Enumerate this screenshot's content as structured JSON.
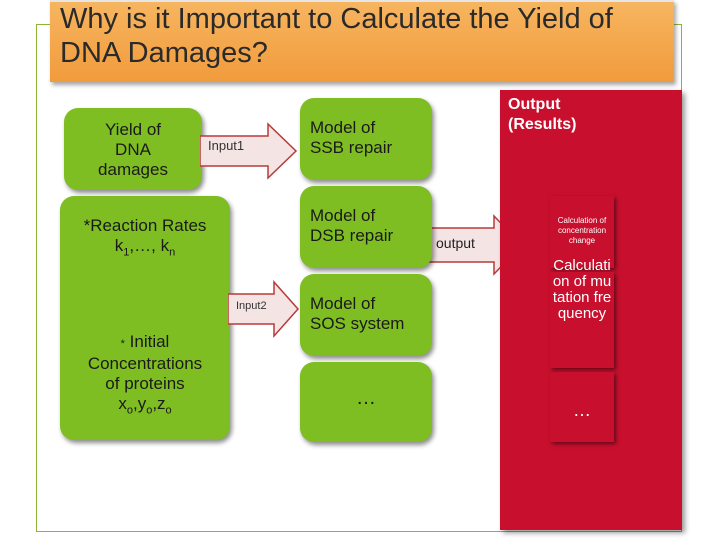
{
  "title": "Why is it Important to Calculate the Yield of DNA Damages?",
  "inputs": {
    "yield": "Yield of DNA damages",
    "rates_line1": "*Reaction Rates",
    "rates_k1": "k",
    "rates_sub1": "1",
    "rates_mid": ",…, k",
    "rates_subn": "n",
    "init_star": "*",
    "init_line1": " Initial",
    "init_line2": "Concentrations",
    "init_line3": "of proteins",
    "init_x": "x",
    "init_y": "y",
    "init_z": "z",
    "init_sub": "o",
    "comma": ","
  },
  "arrows": {
    "input1": "Input1",
    "input2": "Input2",
    "output": "output"
  },
  "models": {
    "ssb": "Model of SSB repair",
    "dsb": "Model of DSB repair",
    "sos": "Model of SOS system",
    "more": "…"
  },
  "output": {
    "header": "Output (Results)",
    "calc_conc": "Calculation of concentration change",
    "calc_mut": "Calculation of mutation frequency",
    "more": "…"
  },
  "colors": {
    "green": "#7fbe22",
    "red": "#c8102e",
    "orange": "#f19b3c"
  }
}
